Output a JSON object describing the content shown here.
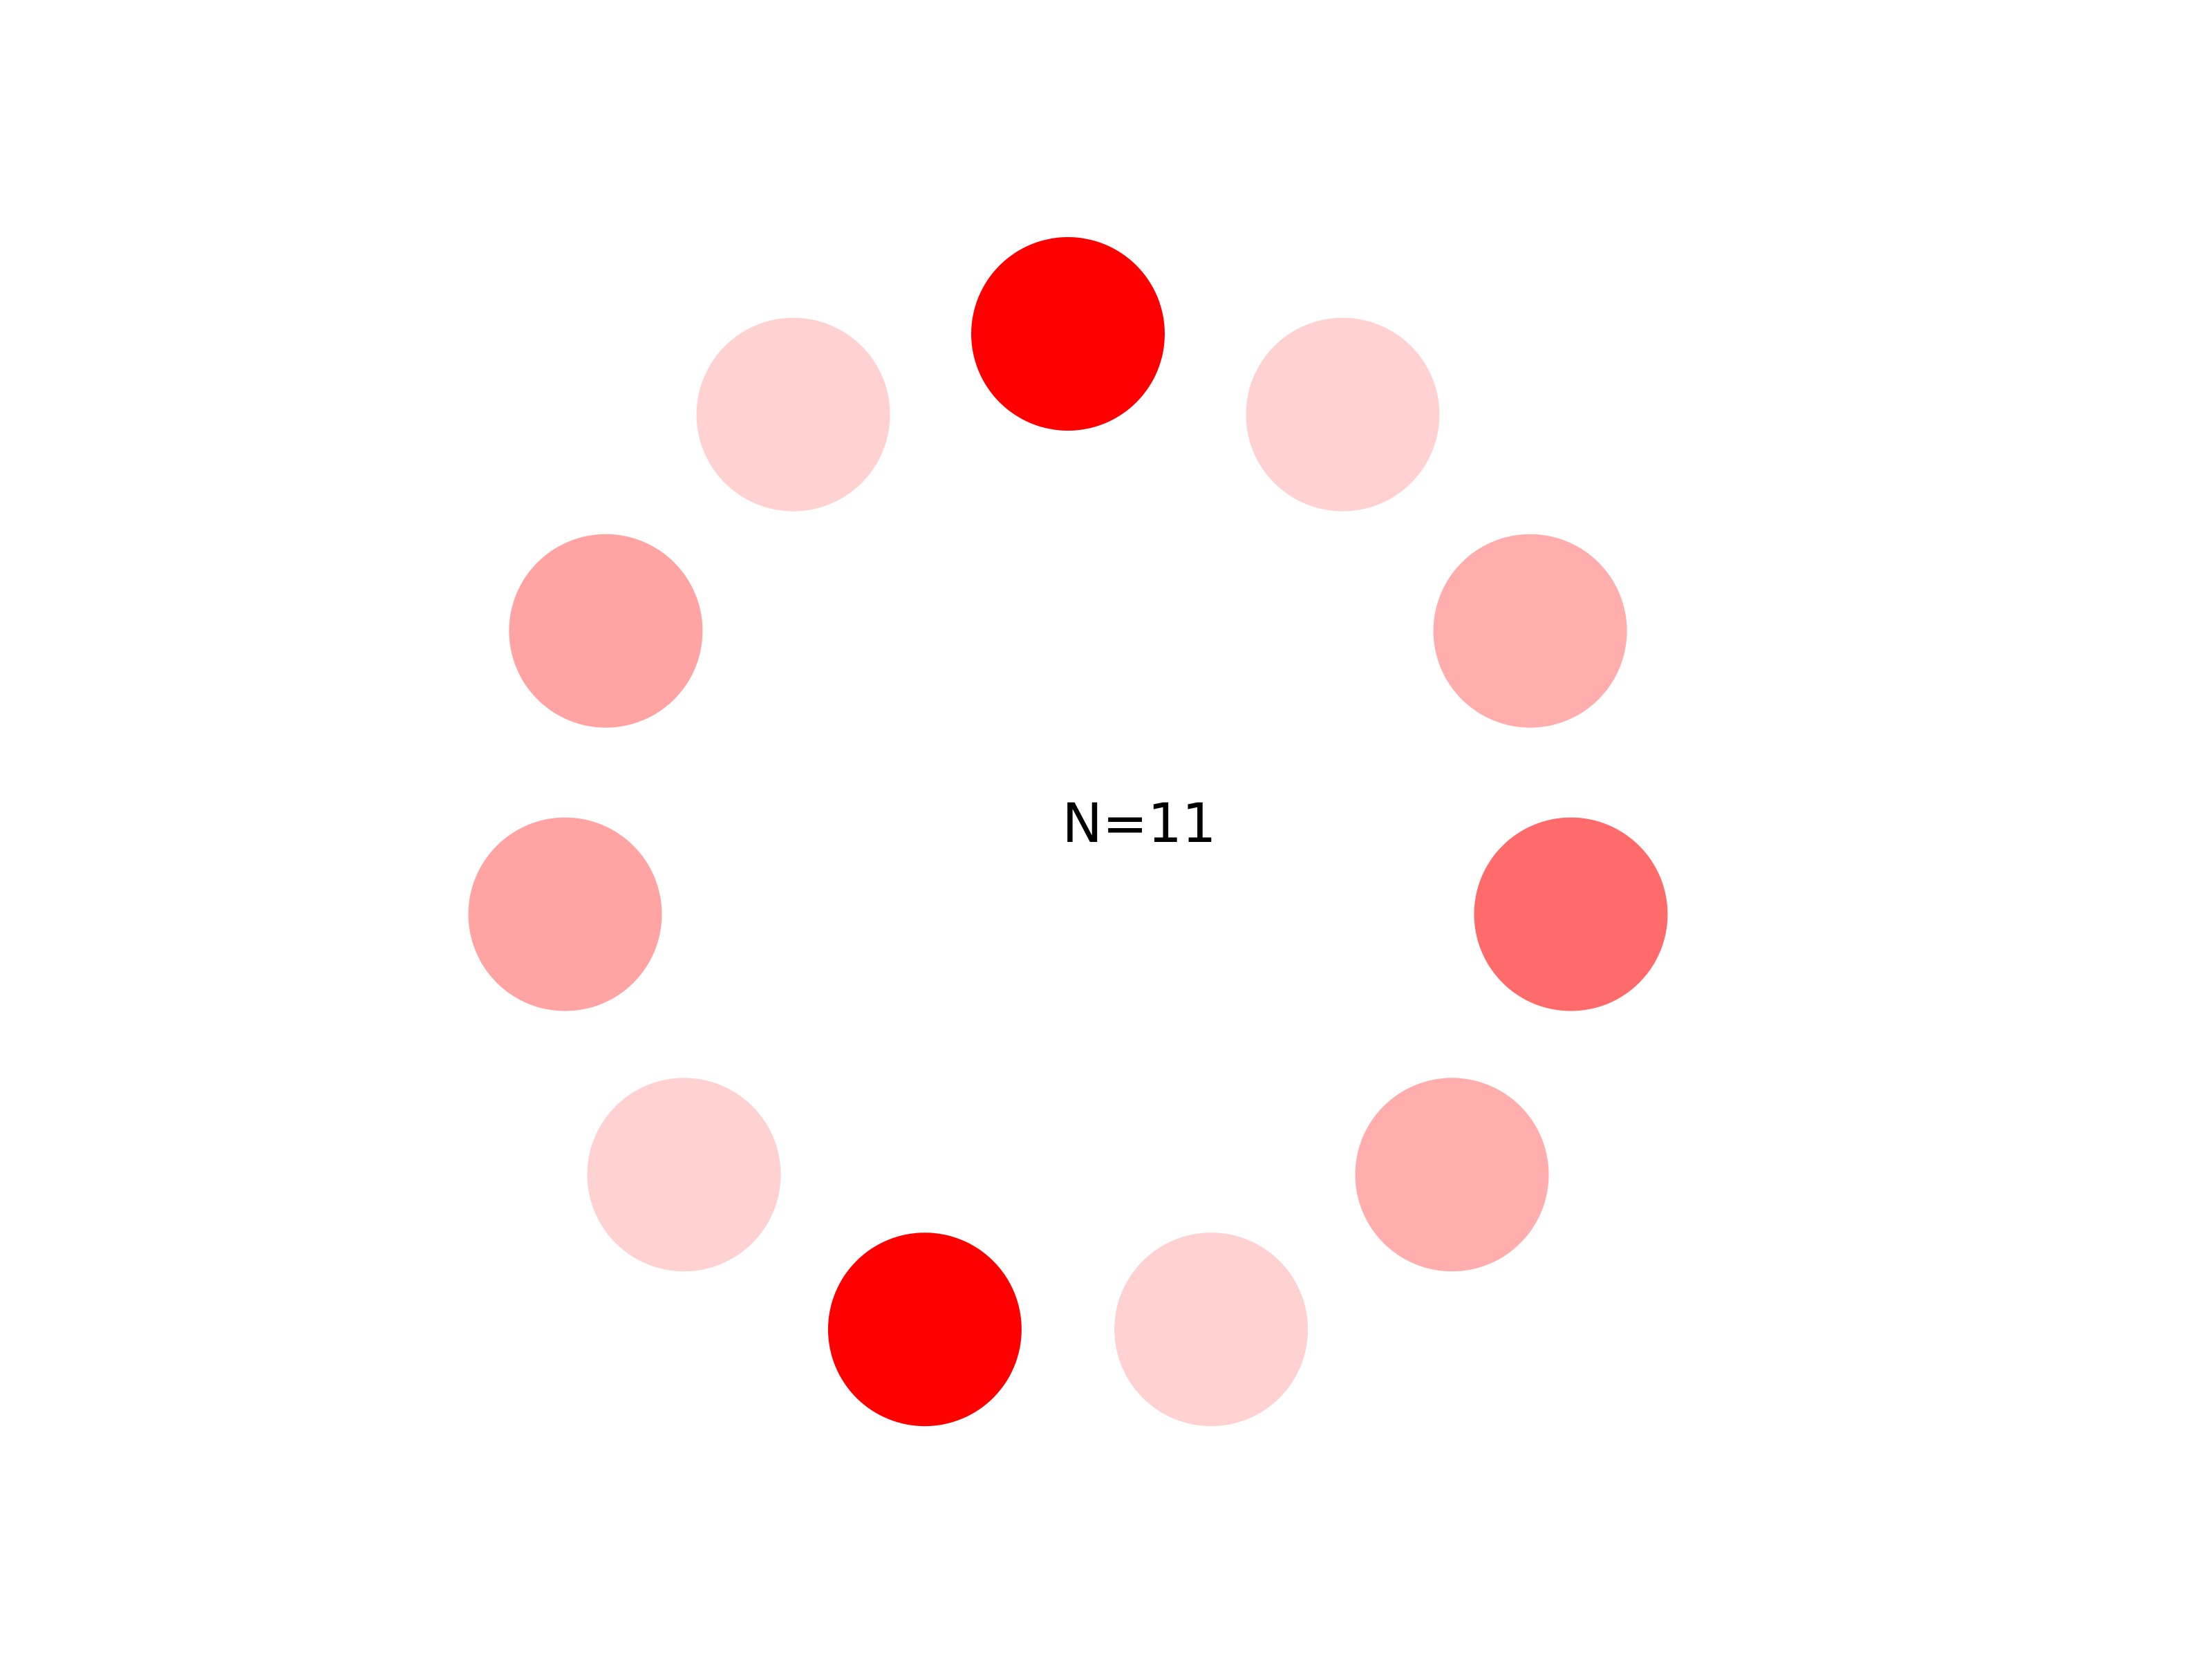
{
  "diagram": {
    "label": "N=11",
    "count": 11,
    "dots": [
      {
        "id": "dot-1",
        "opacity": 1.0,
        "color": "#ff0000"
      },
      {
        "id": "dot-2",
        "opacity": 0.18,
        "color": "#ff0000"
      },
      {
        "id": "dot-3",
        "opacity": 0.32,
        "color": "#ff0000"
      },
      {
        "id": "dot-4",
        "opacity": 0.58,
        "color": "#ff0000"
      },
      {
        "id": "dot-5",
        "opacity": 0.32,
        "color": "#ff0000"
      },
      {
        "id": "dot-6",
        "opacity": 0.18,
        "color": "#ff0000"
      },
      {
        "id": "dot-7",
        "opacity": 1.0,
        "color": "#ff0000"
      },
      {
        "id": "dot-8",
        "opacity": 0.18,
        "color": "#ff0000"
      },
      {
        "id": "dot-9",
        "opacity": 0.36,
        "color": "#ff0000"
      },
      {
        "id": "dot-10",
        "opacity": 0.36,
        "color": "#ff0000"
      },
      {
        "id": "dot-11",
        "opacity": 0.18,
        "color": "#ff0000"
      }
    ]
  }
}
